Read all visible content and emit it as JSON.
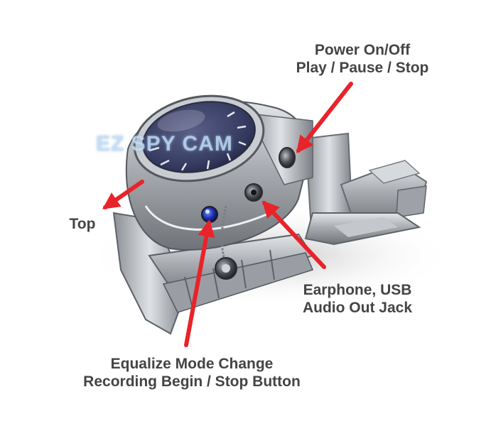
{
  "watermark": "EZ SPY CAM",
  "callouts": {
    "power": {
      "line1": "Power On/Off",
      "line2": "Play / Pause / Stop"
    },
    "top": {
      "text": "Top"
    },
    "earphone": {
      "line1": "Earphone, USB",
      "line2": "Audio Out Jack"
    },
    "equalize": {
      "line1": "Equalize Mode Change",
      "line2": "Recording Begin / Stop Button"
    }
  },
  "colors": {
    "arrow": "#e8232a",
    "label_text": "#444444",
    "metal": "#b8bcc0",
    "dial": "#3a3f66"
  },
  "icons": {
    "arrow": "arrow-icon"
  }
}
